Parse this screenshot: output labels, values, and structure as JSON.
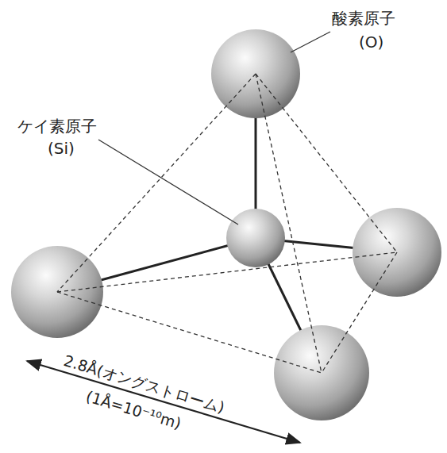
{
  "diagram": {
    "labels": [
      "酸素原子",
      "(O)",
      "ケイ素原子",
      "(Si)",
      "2.8Å(オングストローム)",
      "(1Å=10⁻¹⁰m)"
    ]
  }
}
